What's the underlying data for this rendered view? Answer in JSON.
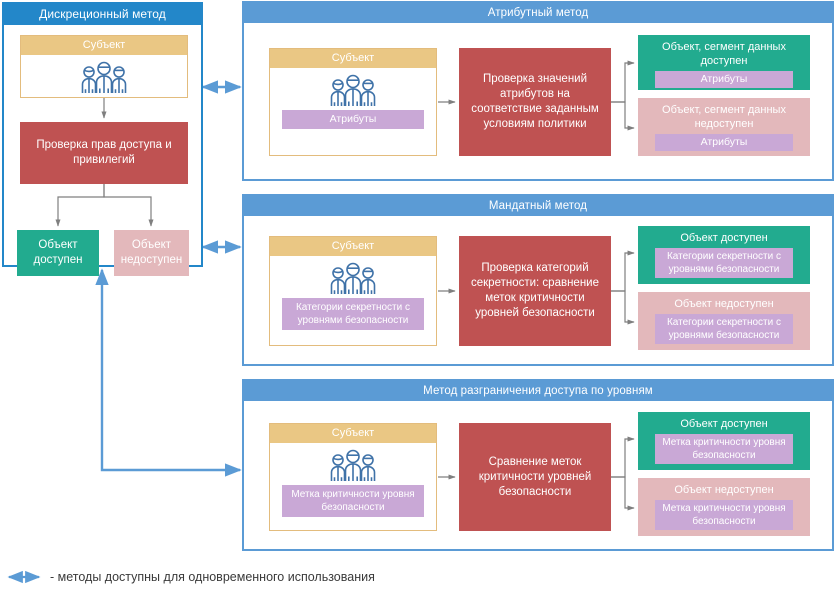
{
  "legend": {
    "text": "- методы доступны для одновременного использования",
    "arrow_color": "#5b9bd5"
  },
  "colors": {
    "panel_border": "#5b9bd5",
    "panel_header": "#5b9bd5",
    "primary_header": "#2387c9",
    "subject_header": "#eac784",
    "subject_border": "#e3bc7d",
    "process": "#bf5252",
    "allow": "#22ab8f",
    "deny": "#e3b8bb",
    "chip": "#c9a8d6",
    "connector": "#7f7f7f"
  },
  "panels": [
    {
      "id": "discretionary",
      "title": "Дискреционный метод",
      "subject": {
        "title": "Субъект",
        "icon": "people-group-icon"
      },
      "process": "Проверка прав доступа и привилегий",
      "results": [
        {
          "title": "Объект доступен",
          "state": "allow"
        },
        {
          "title": "Объект недоступен",
          "state": "deny"
        }
      ]
    },
    {
      "id": "attribute",
      "title": "Атрибутный метод",
      "subject": {
        "title": "Субъект",
        "icon": "people-group-icon",
        "chip": "Атрибуты"
      },
      "process": "Проверка значений атрибутов на соответствие заданным условиям политики",
      "results": [
        {
          "title": "Объект, сегмент данных доступен",
          "chip": "Атрибуты",
          "state": "allow"
        },
        {
          "title": "Объект, сегмент данных недоступен",
          "chip": "Атрибуты",
          "state": "deny"
        }
      ]
    },
    {
      "id": "mandatory",
      "title": "Мандатный метод",
      "subject": {
        "title": "Субъект",
        "icon": "people-group-icon",
        "chip": "Категории секретности с уровнями безопасности"
      },
      "process": "Проверка категорий секретности: сравнение меток критичности уровней безопасности",
      "results": [
        {
          "title": "Объект доступен",
          "chip": "Категории секретности с уровнями безопасности",
          "state": "allow"
        },
        {
          "title": "Объект недоступен",
          "chip": "Категории секретности с уровнями безопасности",
          "state": "deny"
        }
      ]
    },
    {
      "id": "levels",
      "title": "Метод разграничения доступа по уровням",
      "subject": {
        "title": "Субъект",
        "icon": "people-group-icon",
        "chip": "Метка критичности уровня безопасности"
      },
      "process": "Сравнение меток критичности уровней безопасности",
      "results": [
        {
          "title": "Объект доступен",
          "chip": "Метка критичности уровня безопасности",
          "state": "allow"
        },
        {
          "title": "Объект недоступен",
          "chip": "Метка критичности уровня безопасности",
          "state": "deny"
        }
      ]
    }
  ]
}
